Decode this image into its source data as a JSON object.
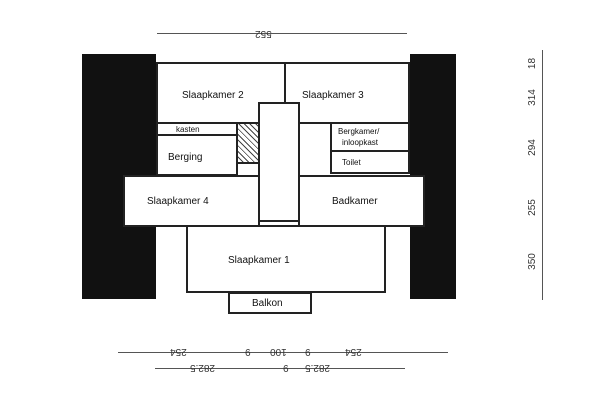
{
  "rooms": {
    "slaapkamer2": "Slaapkamer 2",
    "slaapkamer3": "Slaapkamer 3",
    "kasten": "kasten",
    "berging": "Berging",
    "bergkamer": "Bergkamer/",
    "inloopkast": "inloopkast",
    "toilet": "Toilet",
    "slaapkamer4": "Slaapkamer 4",
    "badkamer": "Badkamer",
    "slaapkamer1": "Slaapkamer 1",
    "balkon": "Balkon"
  },
  "dimensions": {
    "top": "552",
    "bottom_row1": [
      "254",
      "9",
      "100",
      "9",
      "254"
    ],
    "bottom_row2": [
      "282.5",
      "9",
      "282.5"
    ],
    "right": [
      "18",
      "314",
      "294",
      "255",
      "350"
    ]
  }
}
